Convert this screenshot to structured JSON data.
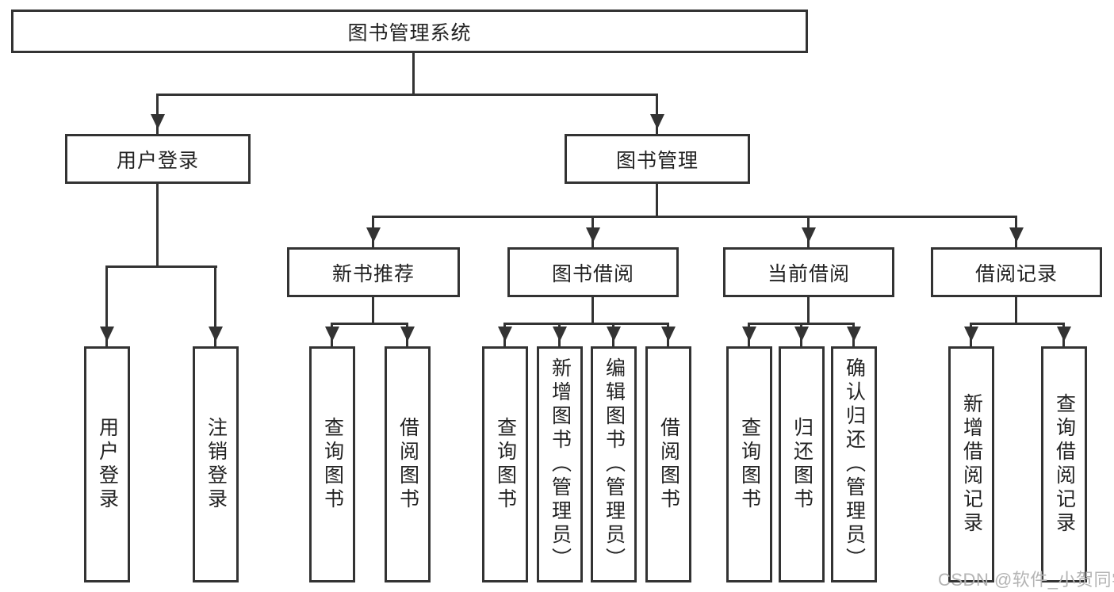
{
  "colors": {
    "line": "#333333",
    "text": "#222222",
    "watermark_gray": "#b4b4b4",
    "background": "#ffffff"
  },
  "diagram": {
    "title": "图书管理系统",
    "branches": [
      {
        "label": "用户登录",
        "children": [
          {
            "label": "用户登录"
          },
          {
            "label": "注销登录"
          }
        ]
      },
      {
        "label": "图书管理",
        "children": [
          {
            "label": "新书推荐",
            "children": [
              {
                "label": "查询图书"
              },
              {
                "label": "借阅图书"
              }
            ]
          },
          {
            "label": "图书借阅",
            "children": [
              {
                "label": "查询图书"
              },
              {
                "label": "新增图书（管理员）"
              },
              {
                "label": "编辑图书（管理员）"
              },
              {
                "label": "借阅图书"
              }
            ]
          },
          {
            "label": "当前借阅",
            "children": [
              {
                "label": "查询图书"
              },
              {
                "label": "归还图书"
              },
              {
                "label": "确认归还（管理员）"
              }
            ]
          },
          {
            "label": "借阅记录",
            "children": [
              {
                "label": "新增借阅记录"
              },
              {
                "label": "查询借阅记录"
              }
            ]
          }
        ]
      }
    ]
  },
  "watermark": "CSDN @软件_小贺同学"
}
